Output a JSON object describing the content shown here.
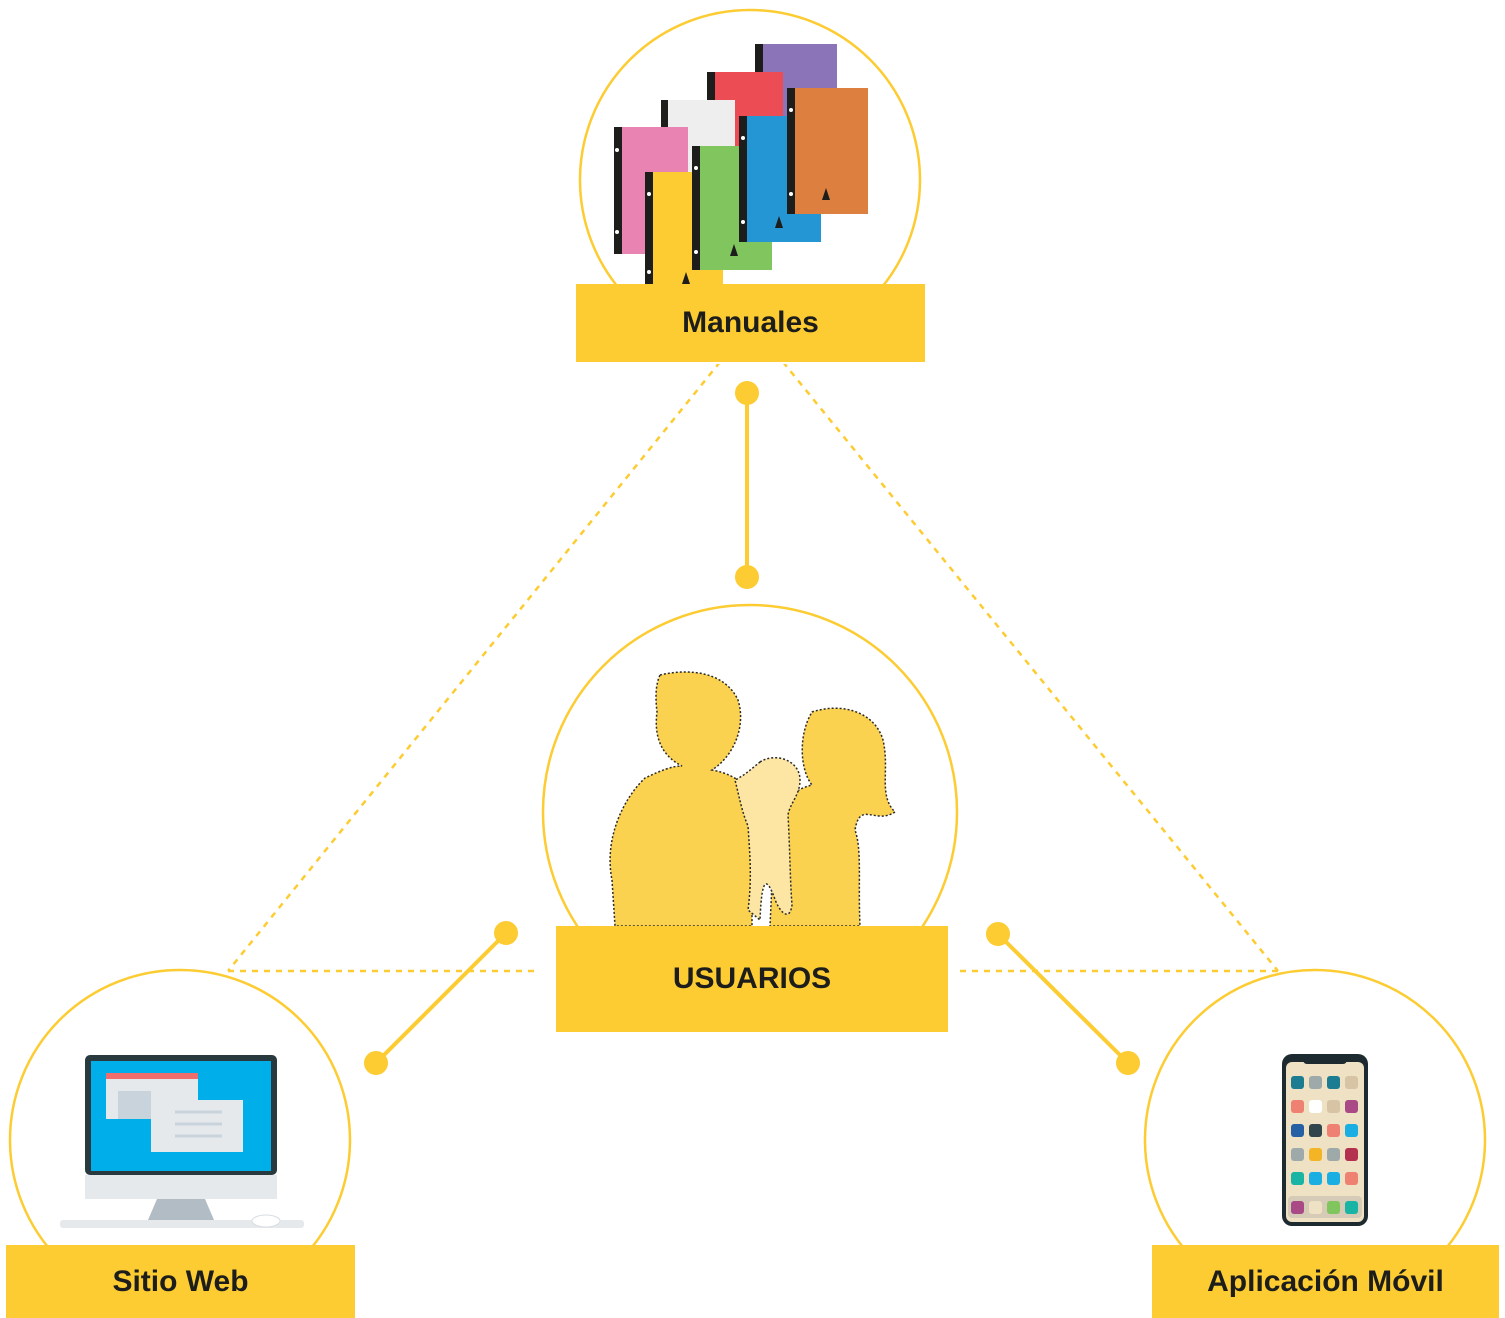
{
  "colors": {
    "accent": "#fccc32",
    "text": "#1d1d1b",
    "line": "#fccc32"
  },
  "nodes": {
    "manuales": {
      "label": "Manuales",
      "icon": "notebooks-icon"
    },
    "usuarios": {
      "label": "USUARIOS",
      "icon": "family-icon"
    },
    "sitio_web": {
      "label": "Sitio Web",
      "icon": "desktop-computer-icon"
    },
    "aplicacion_movil": {
      "label": "Aplicación Móvil",
      "icon": "smartphone-icon"
    }
  }
}
